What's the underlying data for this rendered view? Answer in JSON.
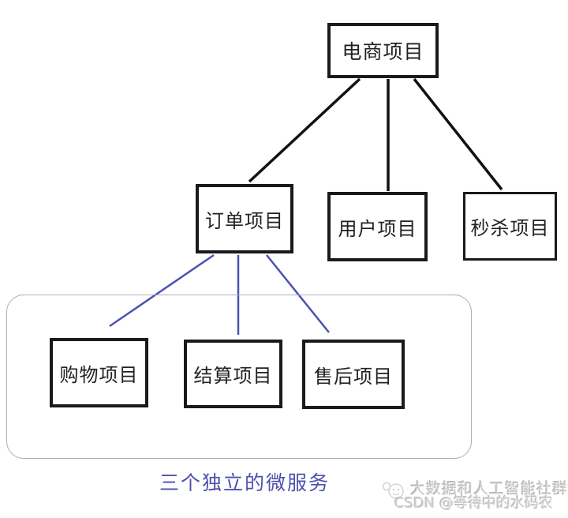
{
  "diagram": {
    "root": {
      "label": "电商项目"
    },
    "level2": [
      {
        "label": "订单项目"
      },
      {
        "label": "用户项目"
      },
      {
        "label": "秒杀项目"
      }
    ],
    "level3": [
      {
        "label": "购物项目"
      },
      {
        "label": "结算项目"
      },
      {
        "label": "售后项目"
      }
    ],
    "group_caption": "三个独立的微服务"
  },
  "watermark": {
    "community_line": "大数据和人工智能社群",
    "csdn_line": "CSDN @等待中的水码农"
  },
  "colors": {
    "box_border": "#1a1a1a",
    "black_connector": "#111111",
    "blue_connector": "#4a52ae",
    "caption_text": "#4f4fae",
    "group_border": "#a9aec4",
    "watermark_text": "#c8c8c8"
  }
}
